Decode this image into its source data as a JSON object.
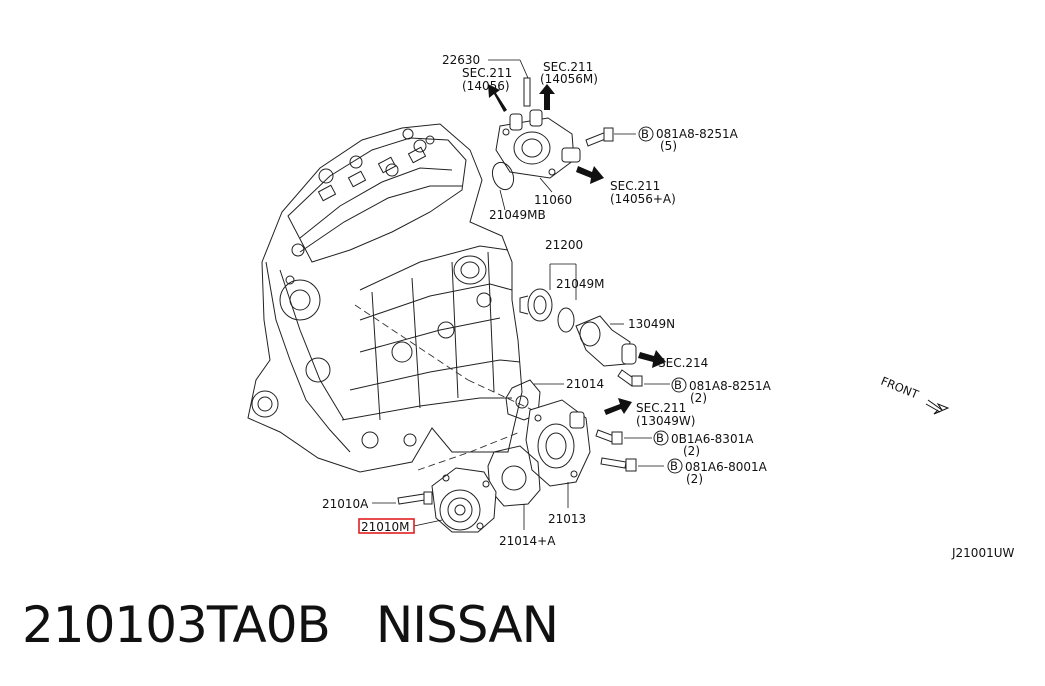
{
  "diagram": {
    "code": "J21001UW",
    "front_label": "FRONT",
    "labels": {
      "l22630": "22630",
      "sec211_a_1": "SEC.211",
      "sec211_a_2": "(14056)",
      "sec211_b_1": "SEC.211",
      "sec211_b_2": "(14056M)",
      "bolt1_1": "081A8-8251A",
      "bolt1_2": "(5)",
      "l11060": "11060",
      "sec211_c_1": "SEC.211",
      "sec211_c_2": "(14056+A)",
      "l21049MB": "21049MB",
      "l21200": "21200",
      "l21049M": "21049M",
      "l13049N": "13049N",
      "sec214": "SEC.214",
      "bolt2_1": "081A8-8251A",
      "bolt2_2": "(2)",
      "l21014": "21014",
      "sec211_d_1": "SEC.211",
      "sec211_d_2": "(13049W)",
      "bolt3_1": "0B1A6-8301A",
      "bolt3_2": "(2)",
      "bolt4_1": "081A6-8001A",
      "bolt4_2": "(2)",
      "l21010A": "21010A",
      "l21010M": "21010M",
      "l21014A": "21014+A",
      "l21013": "21013",
      "b_glyph": "B"
    },
    "highlight_color": "#e02020"
  },
  "footer": {
    "part_number": "210103TA0B",
    "brand": "NISSAN"
  }
}
